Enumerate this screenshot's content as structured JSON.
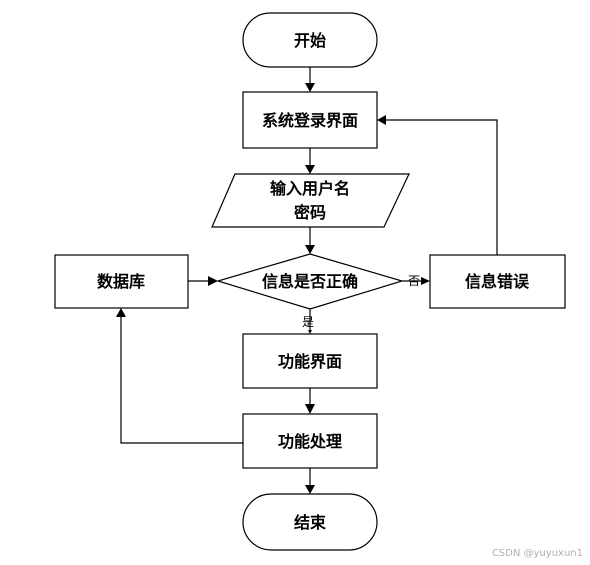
{
  "nodes": {
    "start": "开始",
    "login": "系统登录界面",
    "input_line1": "输入用户名",
    "input_line2": "密码",
    "check": "信息是否正确",
    "error": "信息错误",
    "database": "数据库",
    "function_ui": "功能界面",
    "process": "功能处理",
    "end": "结束"
  },
  "edges": {
    "yes": "是",
    "no": "否"
  },
  "watermark": "CSDN @yuyuxun1"
}
